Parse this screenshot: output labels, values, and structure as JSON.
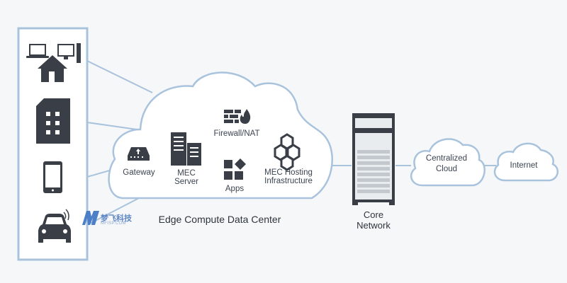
{
  "labels": {
    "gateway": "Gateway",
    "mec_server_line1": "MEC",
    "mec_server_line2": "Server",
    "firewall": "Firewall/NAT",
    "apps": "Apps",
    "mec_hosting_line1": "MEC Hosting",
    "mec_hosting_line2": "Infrastructure",
    "edge_dc": "Edge Compute Data Center",
    "core_line1": "Core",
    "core_line2": "Network",
    "cloud_line1": "Centralized",
    "cloud_line2": "Cloud",
    "internet": "Internet"
  },
  "watermark": {
    "text": "梦飞科技",
    "sub": "MFISP.COM"
  },
  "colors": {
    "line": "#a9c3dd",
    "icon": "#3a3f47",
    "text": "#2e343c"
  },
  "device_icons": [
    "home-office-icon",
    "building-icon",
    "smartphone-icon",
    "connected-car-icon"
  ]
}
